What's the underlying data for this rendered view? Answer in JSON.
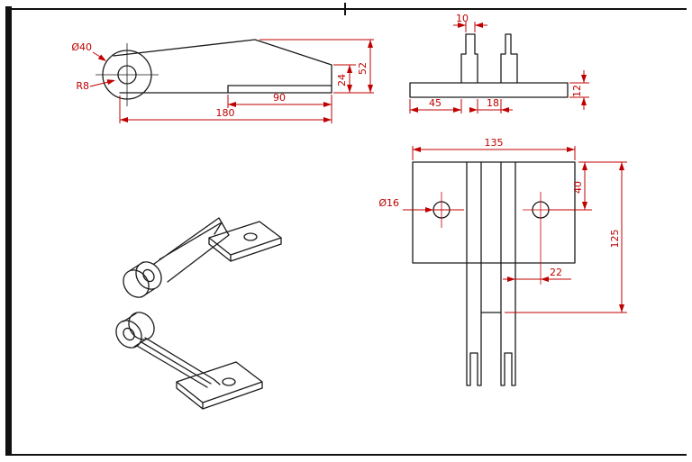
{
  "document": {
    "type": "engineering-drawing",
    "subject": "hinge bracket multi-view drawing"
  },
  "colors": {
    "geometry_line": "#1a1a1a",
    "dimension_line": "#c00000",
    "background": "#ffffff",
    "frame": "#111111"
  },
  "views": {
    "side": {
      "dia": "Ø40",
      "rad": "R8",
      "len90": "90",
      "len180": "180",
      "h52": "52",
      "h24": "24"
    },
    "front_small": {
      "w10": "10",
      "w45": "45",
      "w18": "18",
      "t12": "12"
    },
    "front_main": {
      "w135": "135",
      "hole": "Ø16",
      "h40": "40",
      "h125": "125",
      "off22": "22"
    }
  }
}
